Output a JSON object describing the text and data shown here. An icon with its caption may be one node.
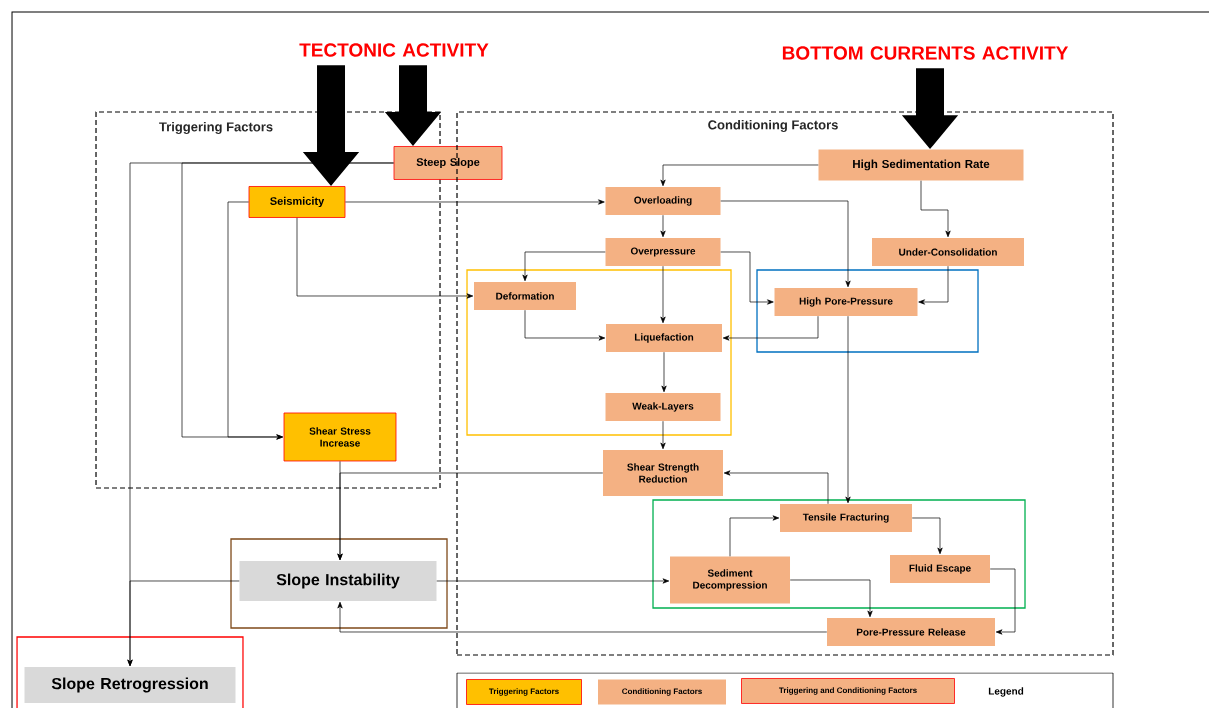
{
  "diagram": {
    "nodes": [
      {
        "text": [
          "TECTONIC ACTIVITY"
        ]
      },
      {
        "text": [
          "BOTTOM CURRENTS ACTIVITY"
        ]
      },
      {
        "text": [
          "Triggering Factors"
        ]
      },
      {
        "text": [
          "Steep Slope"
        ]
      },
      {
        "text": [
          "Seismicity"
        ],
        "in": 2
      },
      {
        "text": [
          "Shear Stress Increase"
        ],
        "in": 2
      },
      {
        "text": [
          "Conditioning Factors"
        ]
      },
      {
        "text": [
          "High Sedimentation Rate"
        ],
        "in": 6
      },
      {
        "text": [
          "Overloading"
        ],
        "in": 6
      },
      {
        "text": [
          "Overpressure"
        ],
        "in": 6
      },
      {
        "text": [
          "Under-Consolidation"
        ],
        "in": 6
      },
      {
        "text": [],
        "shape": "box",
        "in": 6
      },
      {
        "text": [
          "Deformation"
        ],
        "in": 11
      },
      {
        "text": [
          "Liquefaction"
        ],
        "in": 11
      },
      {
        "text": [
          "Weak-Layers"
        ],
        "in": 11
      },
      {
        "text": [],
        "shape": "box",
        "in": 6
      },
      {
        "text": [
          "High Pore-Pressure"
        ],
        "in": 15
      },
      {
        "text": [
          "Shear Strength Reduction"
        ],
        "in": 6
      },
      {
        "text": [],
        "shape": "box",
        "in": 6
      },
      {
        "text": [
          "Tensile Fracturing"
        ],
        "in": 18
      },
      {
        "text": [
          "Sediment Decompression"
        ],
        "in": 18
      },
      {
        "text": [
          "Fluid Escape"
        ],
        "in": 18
      },
      {
        "text": [
          "Pore-Pressure Release"
        ],
        "in": 6
      },
      {
        "text": [],
        "shape": "box"
      },
      {
        "text": [
          "Slope Instability"
        ],
        "in": 23
      },
      {
        "text": [],
        "shape": "box"
      },
      {
        "text": [
          "Slope Retrogression"
        ],
        "in": 25
      }
    ],
    "edges": [
      {
        "from": 0,
        "to": 4,
        "arrow": "to",
        "style": "thick"
      },
      {
        "from": 0,
        "to": 3,
        "arrow": "to",
        "style": "thick"
      },
      {
        "from": 1,
        "to": 7,
        "arrow": "to",
        "style": "thick"
      },
      {
        "from": 3,
        "to": 26,
        "arrow": "to"
      },
      {
        "from": 3,
        "to": 5,
        "arrow": "to"
      },
      {
        "from": 4,
        "to": 5,
        "arrow": "to"
      },
      {
        "from": 4,
        "to": 8,
        "arrow": "to"
      },
      {
        "from": 4,
        "to": 12,
        "arrow": "to"
      },
      {
        "from": 5,
        "to": 24,
        "arrow": "to"
      },
      {
        "from": 17,
        "to": 24,
        "arrow": "to"
      },
      {
        "from": 24,
        "to": 26,
        "arrow": "to"
      },
      {
        "from": 24,
        "to": 20,
        "arrow": "to"
      },
      {
        "from": 7,
        "to": 8,
        "arrow": "to"
      },
      {
        "from": 7,
        "to": 10,
        "arrow": "to"
      },
      {
        "from": 8,
        "to": 9,
        "arrow": "to"
      },
      {
        "from": 8,
        "to": 16,
        "arrow": "to"
      },
      {
        "from": 9,
        "to": 12,
        "arrow": "to"
      },
      {
        "from": 9,
        "to": 13,
        "arrow": "to"
      },
      {
        "from": 9,
        "to": 16,
        "arrow": "to"
      },
      {
        "from": 10,
        "to": 16,
        "arrow": "to"
      },
      {
        "from": 16,
        "to": 13,
        "arrow": "to"
      },
      {
        "from": 12,
        "to": 13,
        "arrow": "to"
      },
      {
        "from": 13,
        "to": 14,
        "arrow": "to"
      },
      {
        "from": 14,
        "to": 17,
        "arrow": "to"
      },
      {
        "from": 16,
        "to": 19,
        "arrow": "to"
      },
      {
        "from": 19,
        "to": 17,
        "arrow": "to"
      },
      {
        "from": 20,
        "to": 19,
        "arrow": "to"
      },
      {
        "from": 19,
        "to": 21,
        "arrow": "to"
      },
      {
        "from": 20,
        "to": 22,
        "arrow": "to"
      },
      {
        "from": 21,
        "to": 22,
        "arrow": "to"
      },
      {
        "from": 22,
        "to": 24,
        "arrow": "to"
      }
    ],
    "labels": [
      "Legend"
    ],
    "legend": [
      {
        "text": "Triggering Factors",
        "color": "#ffc000"
      },
      {
        "text": "Conditioning Factors",
        "color": "#f4b183"
      },
      {
        "text": "Triggering and Conditioning Factors"
      }
    ]
  }
}
